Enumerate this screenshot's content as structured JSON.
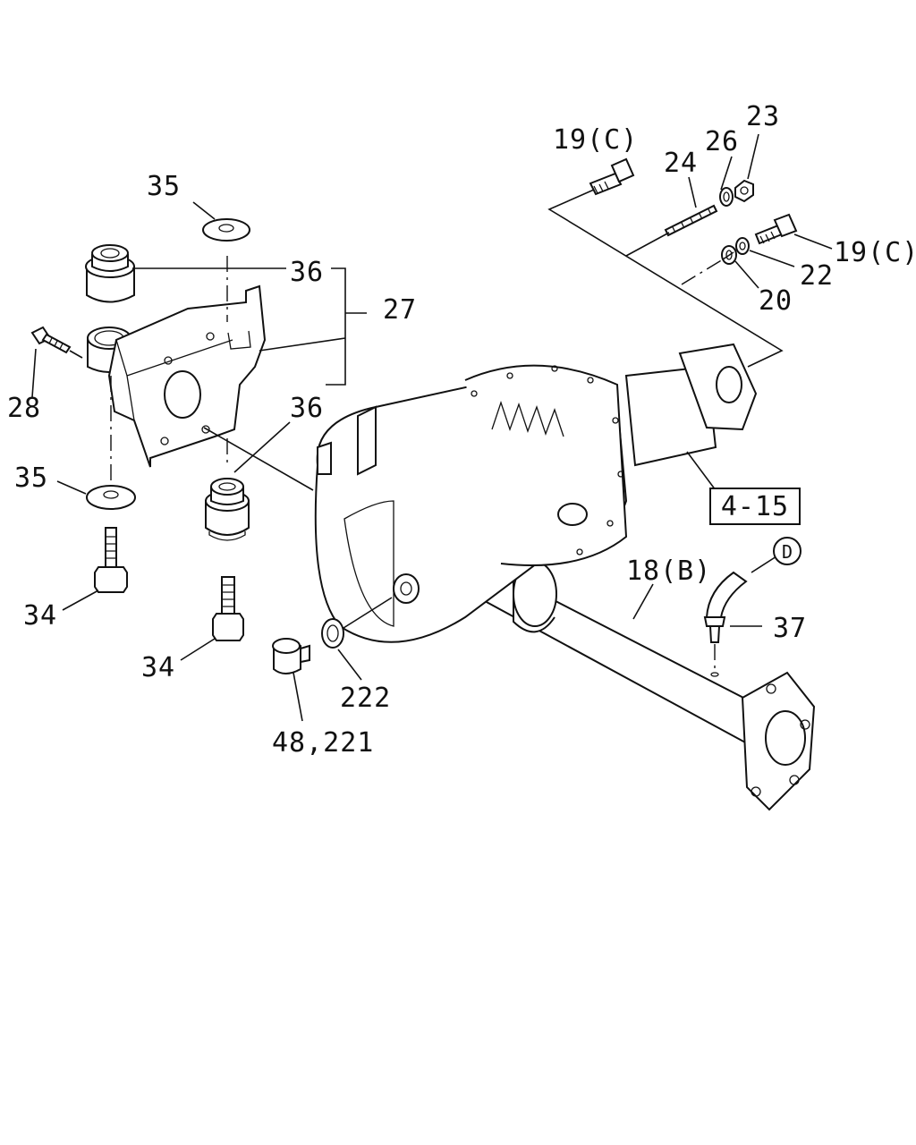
{
  "diagram": {
    "ref_box_label": "4-15",
    "circle_marker": "D",
    "callouts": {
      "c19c_top": "19(C)",
      "c24": "24",
      "c26": "26",
      "c23": "23",
      "c19c_right": "19(C)",
      "c22": "22",
      "c20": "20",
      "c35_top": "35",
      "c36_top": "36",
      "c27": "27",
      "c28": "28",
      "c36_mid": "36",
      "c35_bottom": "35",
      "c34_left": "34",
      "c34_mid": "34",
      "c18b": "18(B)",
      "c37": "37",
      "c222": "222",
      "c48_221": "48,221"
    }
  }
}
